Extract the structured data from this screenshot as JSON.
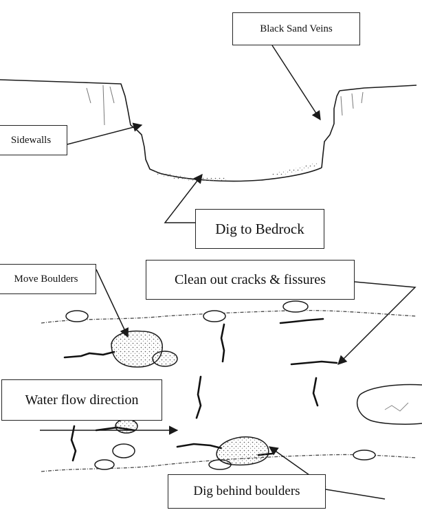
{
  "labels": {
    "black_sand_veins": "Black Sand Veins",
    "sidewalls": "Sidewalls",
    "dig_to_bedrock": "Dig to Bedrock",
    "move_boulders": "Move Boulders",
    "clean_out_cracks": "Clean out cracks & fissures",
    "water_flow_direction": "Water flow direction",
    "dig_behind_boulders": "Dig behind boulders"
  },
  "colors": {
    "ink": "#1a1a1a",
    "background": "#ffffff"
  }
}
